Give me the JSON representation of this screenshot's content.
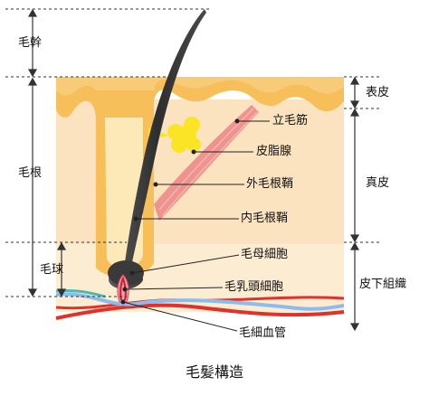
{
  "title": "毛髪構造",
  "left_labels": {
    "shaft": "毛幹",
    "root": "毛根",
    "bulb": "毛球"
  },
  "right_labels": {
    "epidermis": "表皮",
    "dermis": "真皮",
    "subcutis": "皮下組織"
  },
  "callouts": {
    "arrector_pili": "立毛筋",
    "sebaceous_gland": "皮脂腺",
    "outer_root_sheath": "外毛根鞘",
    "inner_root_sheath": "内毛根鞘",
    "matrix_cells": "毛母細胞",
    "papilla_cells": "毛乳頭細胞",
    "capillary": "毛細血管"
  },
  "colors": {
    "epidermis": "#f6bf5a",
    "dermis": "#fbe3c0",
    "subcutis": "#fcecd2",
    "hair": "#3c3c3c",
    "muscle": "#ec8585",
    "gland": "#fbe424",
    "vessel_red": "#e0312a",
    "vessel_blue": "#8bbcee"
  }
}
